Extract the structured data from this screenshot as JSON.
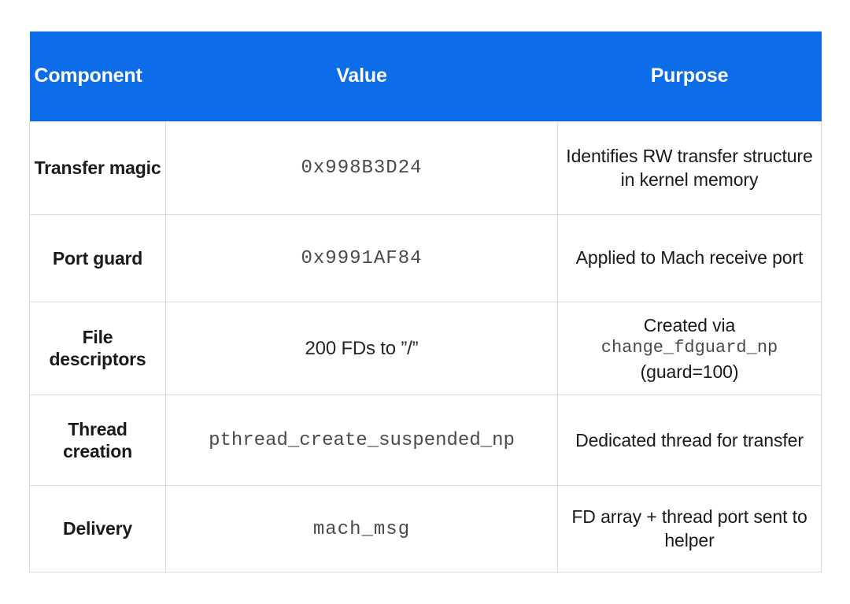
{
  "table": {
    "headers": {
      "component": "Component",
      "value": "Value",
      "purpose": "Purpose"
    },
    "header_background": "#0d6ce8",
    "header_text_color": "#ffffff",
    "border_color": "#dcdcdc",
    "rows": [
      {
        "component": "Transfer magic",
        "value": "0x998B3D24",
        "value_style": "mono",
        "purpose": "Identifies RW transfer structure in kernel memory"
      },
      {
        "component": "Port guard",
        "value": "0x9991AF84",
        "value_style": "mono",
        "purpose": "Applied to Mach receive port"
      },
      {
        "component": "File descriptors",
        "value": "200 FDs to ”/”",
        "value_style": "sans",
        "purpose_line1": "Created via",
        "purpose_code": "change_fdguard_np",
        "purpose_line3": "(guard=100)"
      },
      {
        "component": "Thread creation",
        "value": "pthread_create_suspended_np",
        "value_style": "mono",
        "purpose": "Dedicated thread for transfer"
      },
      {
        "component": "Delivery",
        "value": "mach_msg",
        "value_style": "mono",
        "purpose": "FD array + thread port sent to helper"
      }
    ]
  }
}
